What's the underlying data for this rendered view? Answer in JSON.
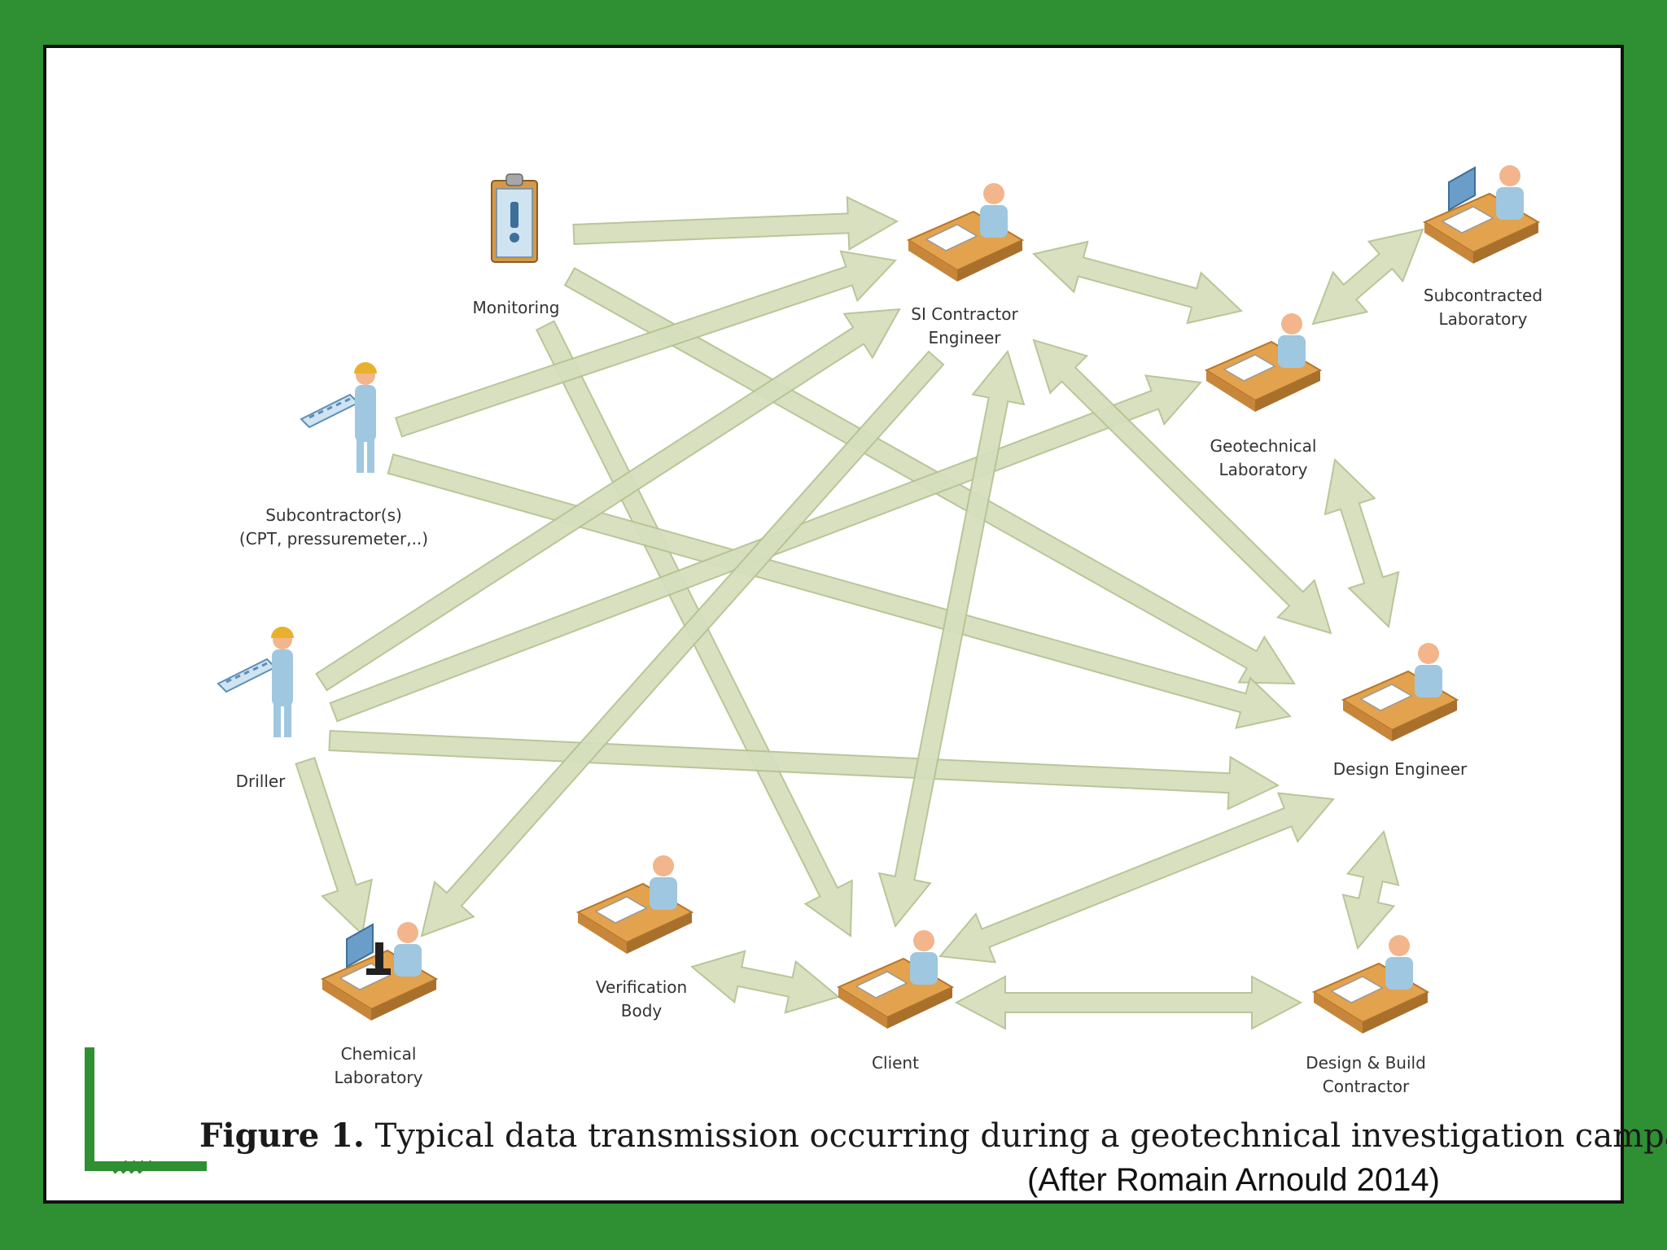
{
  "nodes": [
    {
      "id": "monitoring",
      "label_lines": [
        "Monitoring"
      ],
      "icon": "clipboard-icon"
    },
    {
      "id": "si-contractor",
      "label_lines": [
        "SI Contractor",
        "Engineer"
      ],
      "icon": "person-desk-icon"
    },
    {
      "id": "subcontracted-lab",
      "label_lines": [
        "Subcontracted",
        "Laboratory"
      ],
      "icon": "person-computer-icon"
    },
    {
      "id": "geotechnical-lab",
      "label_lines": [
        "Geotechnical",
        "Laboratory"
      ],
      "icon": "person-desk-icon"
    },
    {
      "id": "subcontractors",
      "label_lines": [
        "Subcontractor(s)",
        "(CPT, pressuremeter,..)"
      ],
      "icon": "worker-hardhat-icon"
    },
    {
      "id": "driller",
      "label_lines": [
        "Driller"
      ],
      "icon": "worker-hardhat-icon"
    },
    {
      "id": "design-engineer",
      "label_lines": [
        "Design Engineer"
      ],
      "icon": "person-desk-icon"
    },
    {
      "id": "chemical-lab",
      "label_lines": [
        "Chemical",
        "Laboratory"
      ],
      "icon": "person-microscope-icon"
    },
    {
      "id": "verification-body",
      "label_lines": [
        "Verification",
        "Body"
      ],
      "icon": "person-desk-icon"
    },
    {
      "id": "client",
      "label_lines": [
        "Client"
      ],
      "icon": "person-desk-icon"
    },
    {
      "id": "design-build",
      "label_lines": [
        "Design & Build",
        "Contractor"
      ],
      "icon": "person-desk-icon"
    }
  ],
  "edges": [
    {
      "from": "monitoring",
      "to": "si-contractor",
      "bidirectional": false
    },
    {
      "from": "monitoring",
      "to": "design-engineer",
      "bidirectional": false
    },
    {
      "from": "monitoring",
      "to": "client",
      "bidirectional": false
    },
    {
      "from": "subcontractors",
      "to": "si-contractor",
      "bidirectional": false
    },
    {
      "from": "subcontractors",
      "to": "design-engineer",
      "bidirectional": false
    },
    {
      "from": "driller",
      "to": "si-contractor",
      "bidirectional": false
    },
    {
      "from": "driller",
      "to": "geotechnical-lab",
      "bidirectional": false
    },
    {
      "from": "driller",
      "to": "design-engineer",
      "bidirectional": false
    },
    {
      "from": "driller",
      "to": "chemical-lab",
      "bidirectional": false
    },
    {
      "from": "si-contractor",
      "to": "geotechnical-lab",
      "bidirectional": true
    },
    {
      "from": "geotechnical-lab",
      "to": "subcontracted-lab",
      "bidirectional": true
    },
    {
      "from": "geotechnical-lab",
      "to": "design-engineer",
      "bidirectional": true
    },
    {
      "from": "si-contractor",
      "to": "design-engineer",
      "bidirectional": true
    },
    {
      "from": "si-contractor",
      "to": "chemical-lab",
      "bidirectional": false
    },
    {
      "from": "client",
      "to": "si-contractor",
      "bidirectional": true
    },
    {
      "from": "design-engineer",
      "to": "client",
      "bidirectional": true
    },
    {
      "from": "design-engineer",
      "to": "design-build",
      "bidirectional": true
    },
    {
      "from": "verification-body",
      "to": "client",
      "bidirectional": true
    },
    {
      "from": "client",
      "to": "design-build",
      "bidirectional": true
    }
  ],
  "caption": {
    "label": "Figure 1.",
    "text": " Typical data transmission occurring during a geotechnical investigation campaign."
  },
  "credit": "(After Romain Arnould 2014)",
  "colors": {
    "background": "#2f8f33",
    "arrow_fill": "#d6dfbd",
    "arrow_stroke": "#b5c393",
    "desk": "#e2a24e",
    "person": "#9fc7e0",
    "skin": "#f2b58c",
    "hardhat": "#e8b12c"
  }
}
